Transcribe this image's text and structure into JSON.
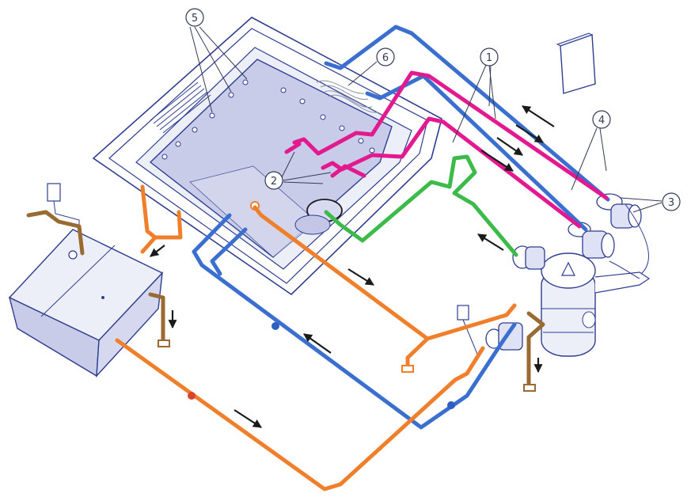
{
  "callouts": [
    {
      "id": "1",
      "label": "1"
    },
    {
      "id": "2",
      "label": "2"
    },
    {
      "id": "3",
      "label": "3"
    },
    {
      "id": "4",
      "label": "4"
    },
    {
      "id": "5",
      "label": "5"
    },
    {
      "id": "6",
      "label": "6"
    }
  ],
  "colors": {
    "outline": "#2e3d8f",
    "tub_fill": "#d9dcf0",
    "tub_inner": "#c9cce8",
    "blue_pipe": "#3a6fd0",
    "magenta_pipe": "#e3198f",
    "green_pipe": "#3cba4a",
    "orange_pipe": "#ef7f2a",
    "brown_pipe": "#9a6a33",
    "arrow": "#1a1a1a"
  }
}
